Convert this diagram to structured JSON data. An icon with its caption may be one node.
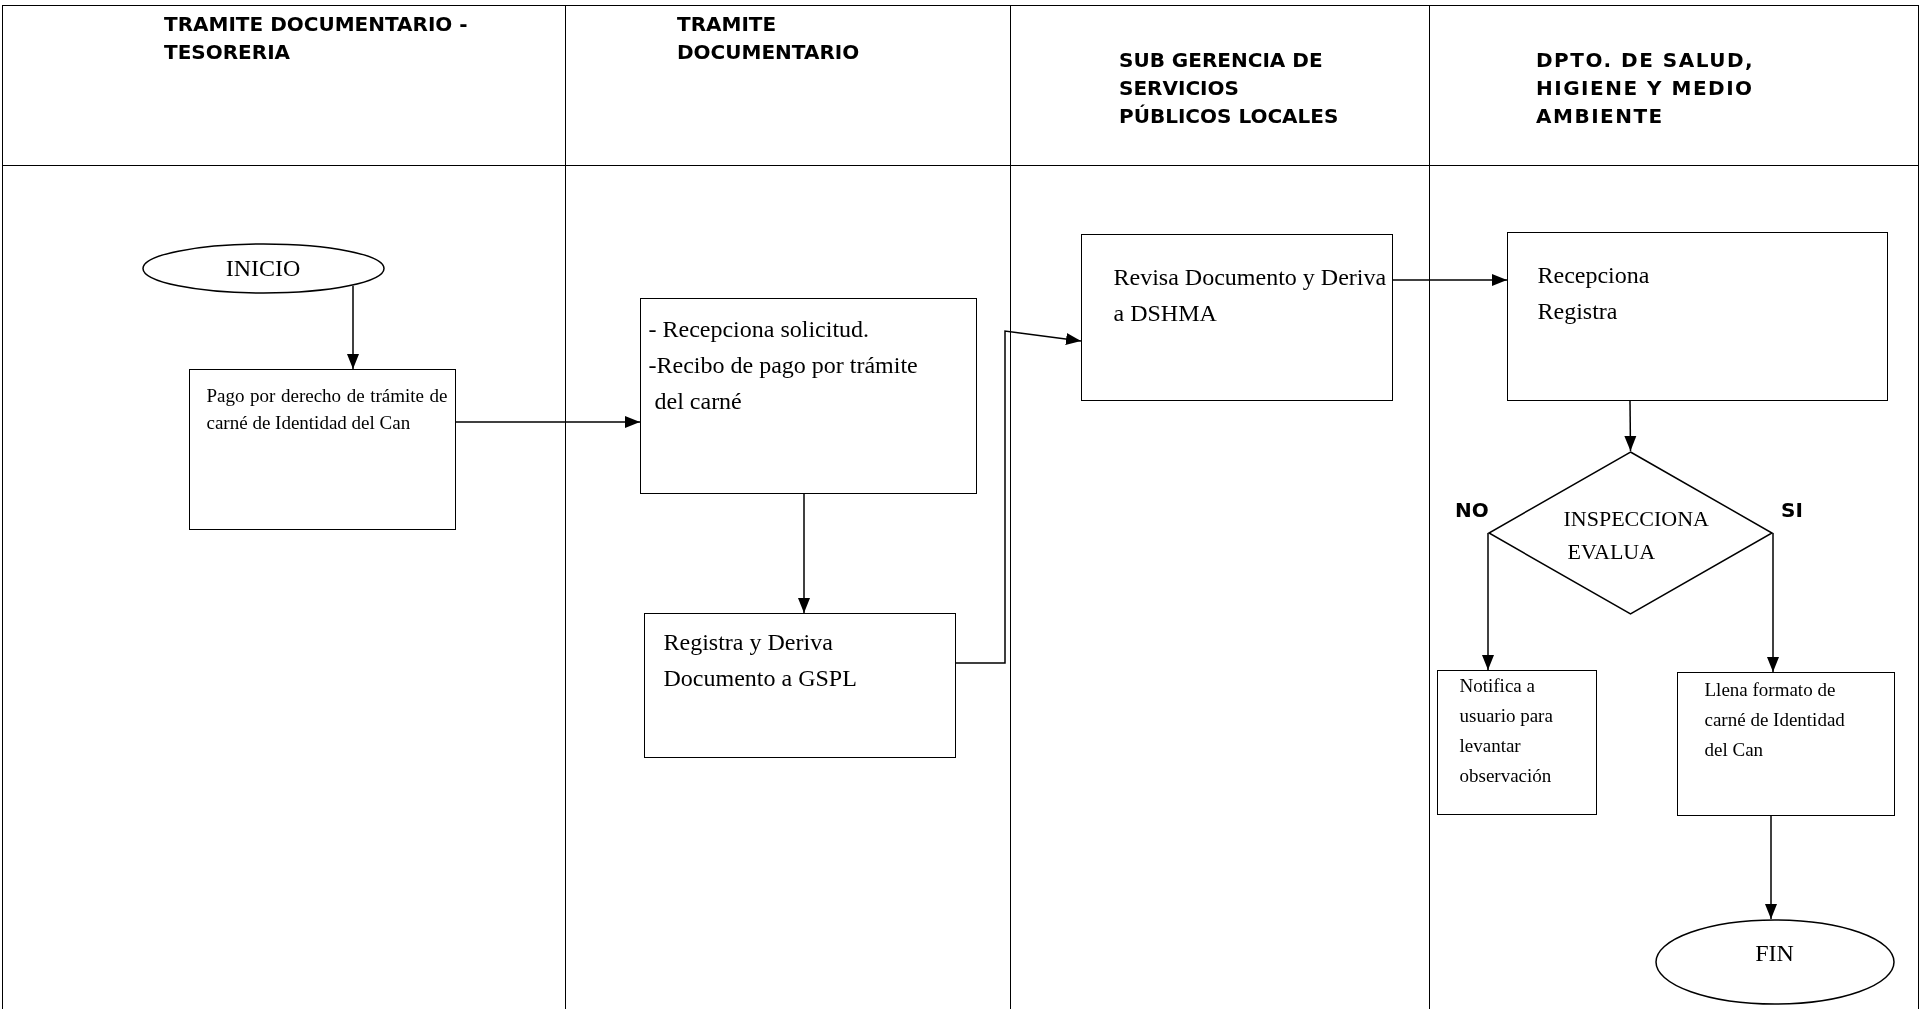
{
  "diagram": {
    "nodes": [
      {
        "text": [
          "TRAMITE DOCUMENTARIO - TESORERIA"
        ]
      },
      {
        "text": [
          "TRAMITE DOCUMENTARIO"
        ]
      },
      {
        "text": [
          "SUB GERENCIA DE SERVICIOS PÚBLICOS LOCALES"
        ]
      },
      {
        "text": [
          "DPTO. DE SALUD, HIGIENE Y MEDIO AMBIENTE"
        ]
      },
      {
        "text": [
          "INICIO"
        ],
        "in": 0
      },
      {
        "text": [
          "Pago por derecho de trámite de carné de Identidad del Can"
        ],
        "in": 0
      },
      {
        "text": [
          "- Recepciona solicitud.",
          "-Recibo de pago por trámite del carné"
        ],
        "in": 1
      },
      {
        "text": [
          "Registra y Deriva Documento a GSPL"
        ],
        "in": 1
      },
      {
        "text": [
          "Revisa Documento y Deriva a DSHMA"
        ],
        "in": 2
      },
      {
        "text": [
          "Recepciona",
          "Registra"
        ],
        "in": 3
      },
      {
        "text": [
          "INSPECCIONA",
          "EVALUA"
        ],
        "in": 3
      },
      {
        "text": [
          "Notifica a usuario para levantar observación"
        ],
        "in": 3
      },
      {
        "text": [
          "Llena formato de carné de Identidad del Can"
        ],
        "in": 3
      },
      {
        "text": [
          "FIN"
        ],
        "in": 3
      }
    ],
    "edges": [
      {
        "from": 4,
        "to": 5,
        "arrow": "to"
      },
      {
        "from": 5,
        "to": 6,
        "arrow": "to"
      },
      {
        "from": 6,
        "to": 7,
        "arrow": "to"
      },
      {
        "from": 7,
        "to": 8,
        "arrow": "to"
      },
      {
        "from": 8,
        "to": 9,
        "arrow": "to"
      },
      {
        "from": 9,
        "to": 10,
        "arrow": "to"
      },
      {
        "from": 10,
        "to": 11,
        "arrow": "to",
        "label": "NO"
      },
      {
        "from": 10,
        "to": 12,
        "arrow": "to",
        "label": "SI"
      },
      {
        "from": 12,
        "to": 13,
        "arrow": "to"
      }
    ]
  }
}
